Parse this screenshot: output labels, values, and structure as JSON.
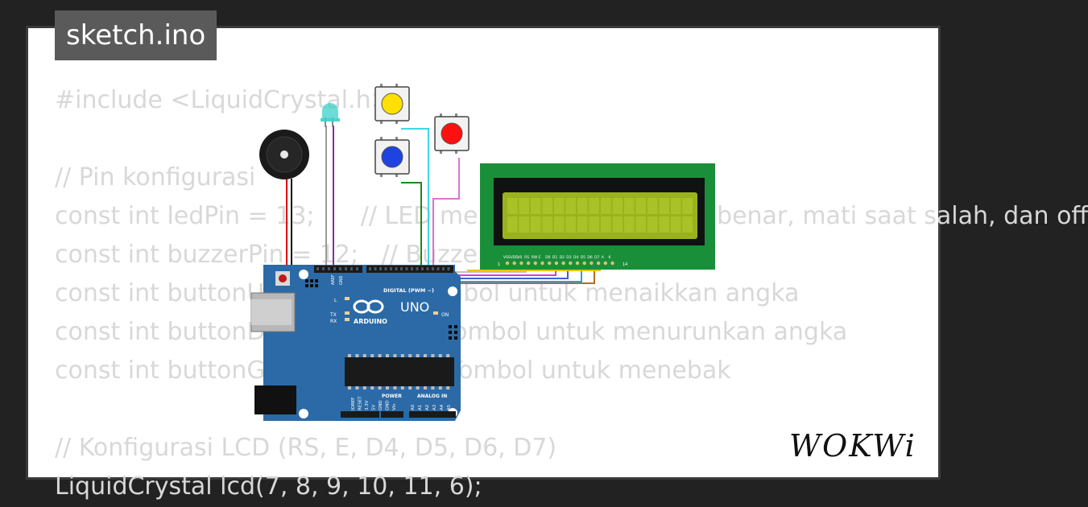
{
  "badge": {
    "filename": "sketch.ino"
  },
  "code_lines": [
    "#include <LiquidCrystal.h>",
    "",
    "// Pin konfigurasi",
    "const int ledPin = 13;      // LED menyala saat tebakan benar, mati saat salah, dan off",
    "const int buzzerPin = 12;   // Buzzer",
    "const int buttonUpPin = 4;  // Tombol untuk menaikkan angka",
    "const int buttonDownPin = 3; // Tombol untuk menurunkan angka",
    "const int buttonGuessPin = 2; // Tombol untuk menebak",
    "",
    "// Konfigurasi LCD (RS, E, D4, D5, D6, D7)",
    "LiquidCrystal lcd(7, 8, 9, 10, 11, 6);"
  ],
  "brand": {
    "logo_text": "WOKWi",
    "logo_color": "#111111"
  },
  "board": {
    "model": "UNO",
    "maker": "ARDUINO",
    "digital_label": "DIGITAL (PWM ~)",
    "power_label": "POWER",
    "analog_label": "ANALOG IN",
    "on_label": "ON",
    "l_label": "L",
    "tx_label": "TX",
    "rx_label": "RX",
    "aref_label": "AREF",
    "gnd_label": "GND",
    "power_pins": [
      "IOREF",
      "RESET",
      "3.3V",
      "5V",
      "GND",
      "GND",
      "Vin"
    ],
    "analog_pins": [
      "A0",
      "A1",
      "A2",
      "A3",
      "A4",
      "A5"
    ],
    "color": "#2b6aa6"
  },
  "lcd": {
    "pin_labels": [
      "VSS",
      "VDD",
      "V0",
      "RS",
      "RW",
      "E",
      "D0",
      "D1",
      "D2",
      "D3",
      "D4",
      "D5",
      "D6",
      "D7",
      "A",
      "K"
    ],
    "pin_first": "1",
    "pin_last": "14",
    "board_color": "#1a8f3a",
    "screen_color": "#9ab21d"
  },
  "buttons": [
    {
      "id": "yellow",
      "color": "#ffe000"
    },
    {
      "id": "blue",
      "color": "#1f43e0"
    },
    {
      "id": "red",
      "color": "#ff1010"
    }
  ],
  "led": {
    "color": "#3ad0c8"
  }
}
